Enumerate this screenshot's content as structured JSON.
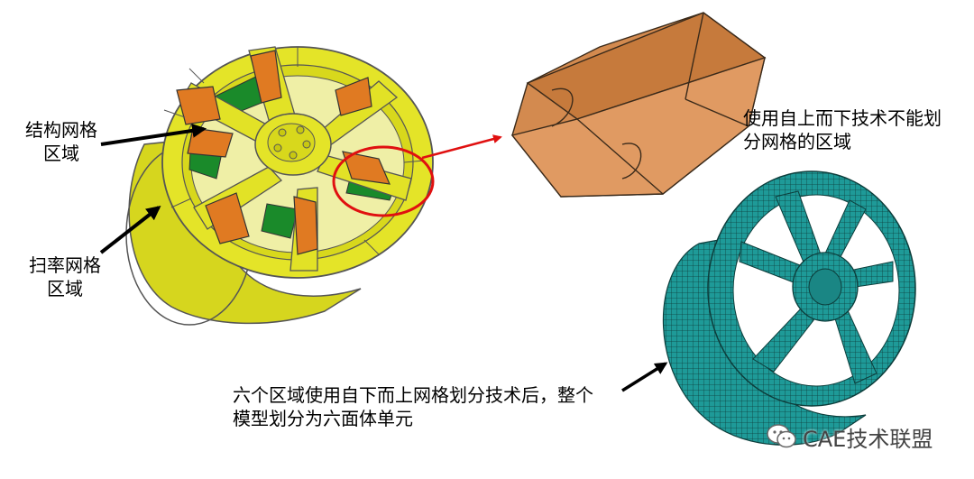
{
  "labels": {
    "structured_region": [
      "结构网格",
      "区域"
    ],
    "sweep_region": [
      "扫率网格",
      "区域"
    ],
    "topdown_fail": [
      "使用自上而下技术不能划",
      "分网格的区域"
    ],
    "result": [
      "六个区域使用自下而上网格划分技术后，整个",
      "模型划分为六面体单元"
    ]
  },
  "watermark": {
    "text": "CAE技术联盟",
    "icon": "wechat-icon"
  },
  "colors": {
    "wheel_yellow": "#dede24",
    "spoke_orange": "#e07a22",
    "inner_green": "#1a8a2a",
    "block_orange": "#d88f55",
    "mesh_teal": "#1e9a98",
    "highlight_red": "#e01010"
  }
}
